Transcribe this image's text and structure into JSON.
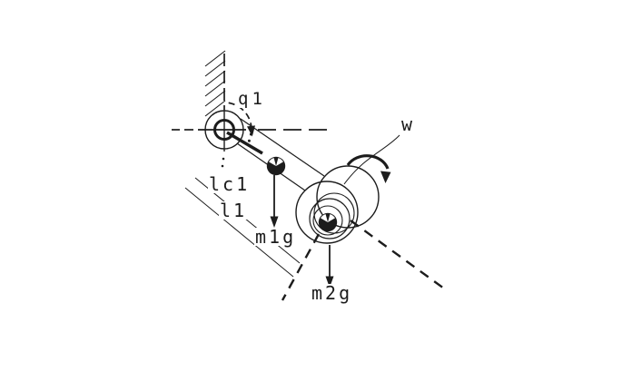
{
  "labels": {
    "q1": "q1",
    "w": "w",
    "lc1": "lc1",
    "l1": "l1",
    "m1g": "m1g",
    "m2g": "m2g"
  },
  "colors": {
    "ink": "#1c1c1c",
    "background": "#ffffff"
  }
}
